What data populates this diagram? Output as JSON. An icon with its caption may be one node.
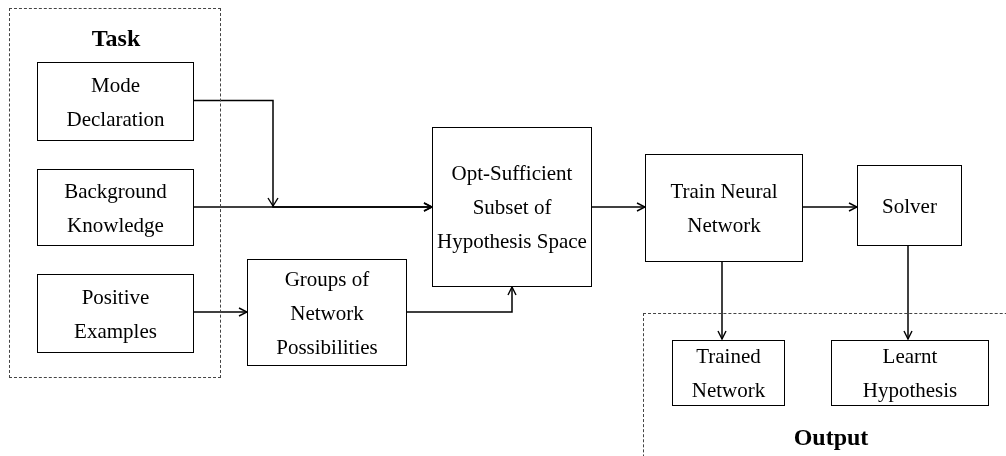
{
  "diagram": {
    "nodes": [
      {
        "text": [
          "Task"
        ]
      },
      {
        "text": [
          "Mode Declaration"
        ],
        "in": 0
      },
      {
        "text": [
          "Background Knowledge"
        ],
        "in": 0
      },
      {
        "text": [
          "Positive Examples"
        ],
        "in": 0
      },
      {
        "text": [
          "Groups of Network Possibilities"
        ]
      },
      {
        "text": [
          "Opt-Sufficient Subset of Hypothesis Space"
        ]
      },
      {
        "text": [
          "Train Neural Network"
        ]
      },
      {
        "text": [
          "Solver"
        ]
      },
      {
        "text": [
          "Output"
        ]
      },
      {
        "text": [
          "Trained Network"
        ],
        "in": 8
      },
      {
        "text": [
          "Learnt Hypothesis"
        ],
        "in": 8
      }
    ],
    "edges": [
      {
        "from": 1,
        "to": 5,
        "arrow": "to"
      },
      {
        "from": 2,
        "to": 5,
        "arrow": "to"
      },
      {
        "from": 3,
        "to": 4,
        "arrow": "to"
      },
      {
        "from": 4,
        "to": 5,
        "arrow": "to"
      },
      {
        "from": 5,
        "to": 6,
        "arrow": "to"
      },
      {
        "from": 6,
        "to": 7,
        "arrow": "to"
      },
      {
        "from": 6,
        "to": 9,
        "arrow": "to"
      },
      {
        "from": 7,
        "to": 10,
        "arrow": "to"
      }
    ]
  }
}
